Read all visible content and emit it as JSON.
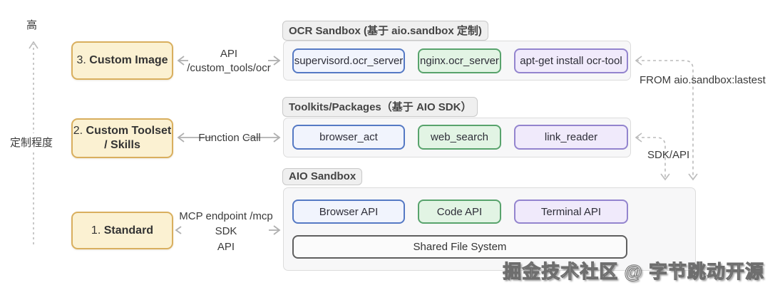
{
  "axis": {
    "high_label": "高",
    "axis_label": "定制程度"
  },
  "levels": [
    {
      "prefix": "3.",
      "name": "Custom Image",
      "name2": ""
    },
    {
      "prefix": "2.",
      "name": "Custom Toolset",
      "name2": "/ Skills"
    },
    {
      "prefix": "1.",
      "name": "Standard",
      "name2": ""
    }
  ],
  "connectors": [
    {
      "line1": "API",
      "line2": "/custom_tools/ocr"
    },
    {
      "line1": "Function Call"
    },
    {
      "line1": "MCP endpoint /mcp",
      "line2": "SDK",
      "line3": "API"
    }
  ],
  "groups": [
    {
      "tag": "OCR Sandbox (基于 aio.sandbox 定制)",
      "boxes": [
        {
          "label": "supervisord.ocr_server",
          "color": "blue"
        },
        {
          "label": "nginx.ocr_server",
          "color": "green"
        },
        {
          "label": "apt-get install ocr-tool",
          "color": "purple"
        }
      ]
    },
    {
      "tag": "Toolkits/Packages（基于 AIO SDK）",
      "boxes": [
        {
          "label": "browser_act",
          "color": "blue"
        },
        {
          "label": "web_search",
          "color": "green"
        },
        {
          "label": "link_reader",
          "color": "purple"
        }
      ]
    },
    {
      "tag": "AIO Sandbox",
      "boxes": [
        {
          "label": "Browser API",
          "color": "blue"
        },
        {
          "label": "Code API",
          "color": "green"
        },
        {
          "label": "Terminal API",
          "color": "purple"
        }
      ],
      "wide_box": "Shared File System"
    }
  ],
  "dashed_connectors": [
    {
      "label": "FROM aio.sandbox:lastest"
    },
    {
      "label": "SDK/API"
    }
  ],
  "watermark": "掘金技术社区 @ 字节跳动开源",
  "colors": {
    "level_box_fill": "#FBF1D2",
    "level_box_border": "#D9AF5E",
    "blue_fill": "#F1F4FD",
    "blue_border": "#5579C4",
    "green_fill": "#E2F4E4",
    "green_border": "#58A36C",
    "purple_fill": "#F0EAFB",
    "purple_border": "#9384CE",
    "group_fill": "#F7F7F8",
    "group_border": "#DCDCDC",
    "tag_fill": "#EFEFEF",
    "arrow_gray": "#B0B0B0",
    "dashed_gray": "#BBBBBB"
  }
}
